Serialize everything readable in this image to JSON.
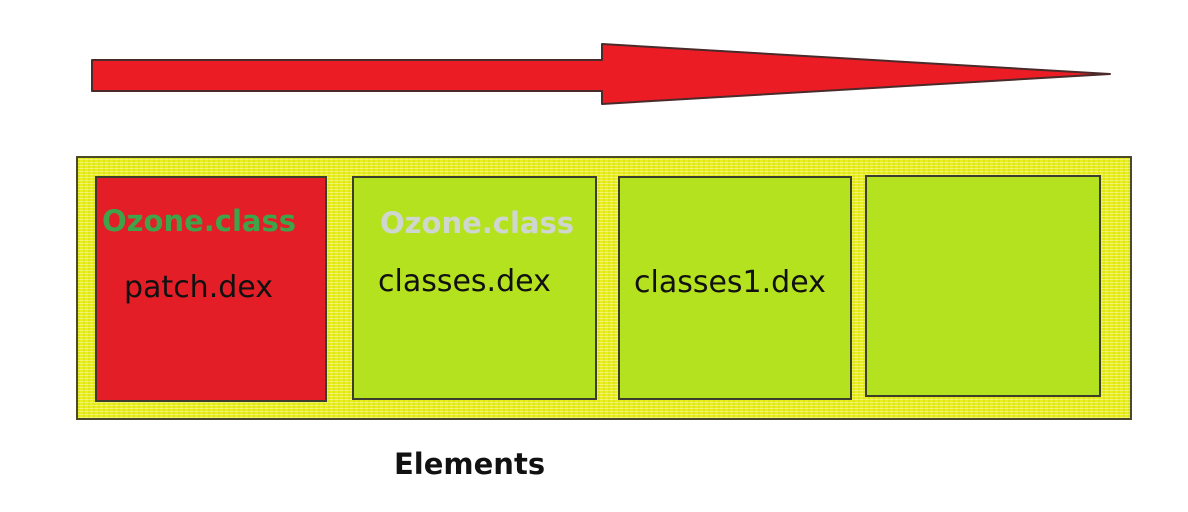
{
  "arrow": {
    "color": "#ec1c24",
    "direction": "right"
  },
  "frame": {
    "color": "#e9ef1d"
  },
  "elements": [
    {
      "class_label": "Ozone.class",
      "file_label": "patch.dex",
      "fill": "#e31e26"
    },
    {
      "class_label": "Ozone.class",
      "file_label": "classes.dex",
      "fill": "#b5e21f"
    },
    {
      "file_label": "classes1.dex",
      "fill": "#b5e21f"
    },
    {
      "fill": "#b5e21f"
    }
  ],
  "caption": "Elements"
}
